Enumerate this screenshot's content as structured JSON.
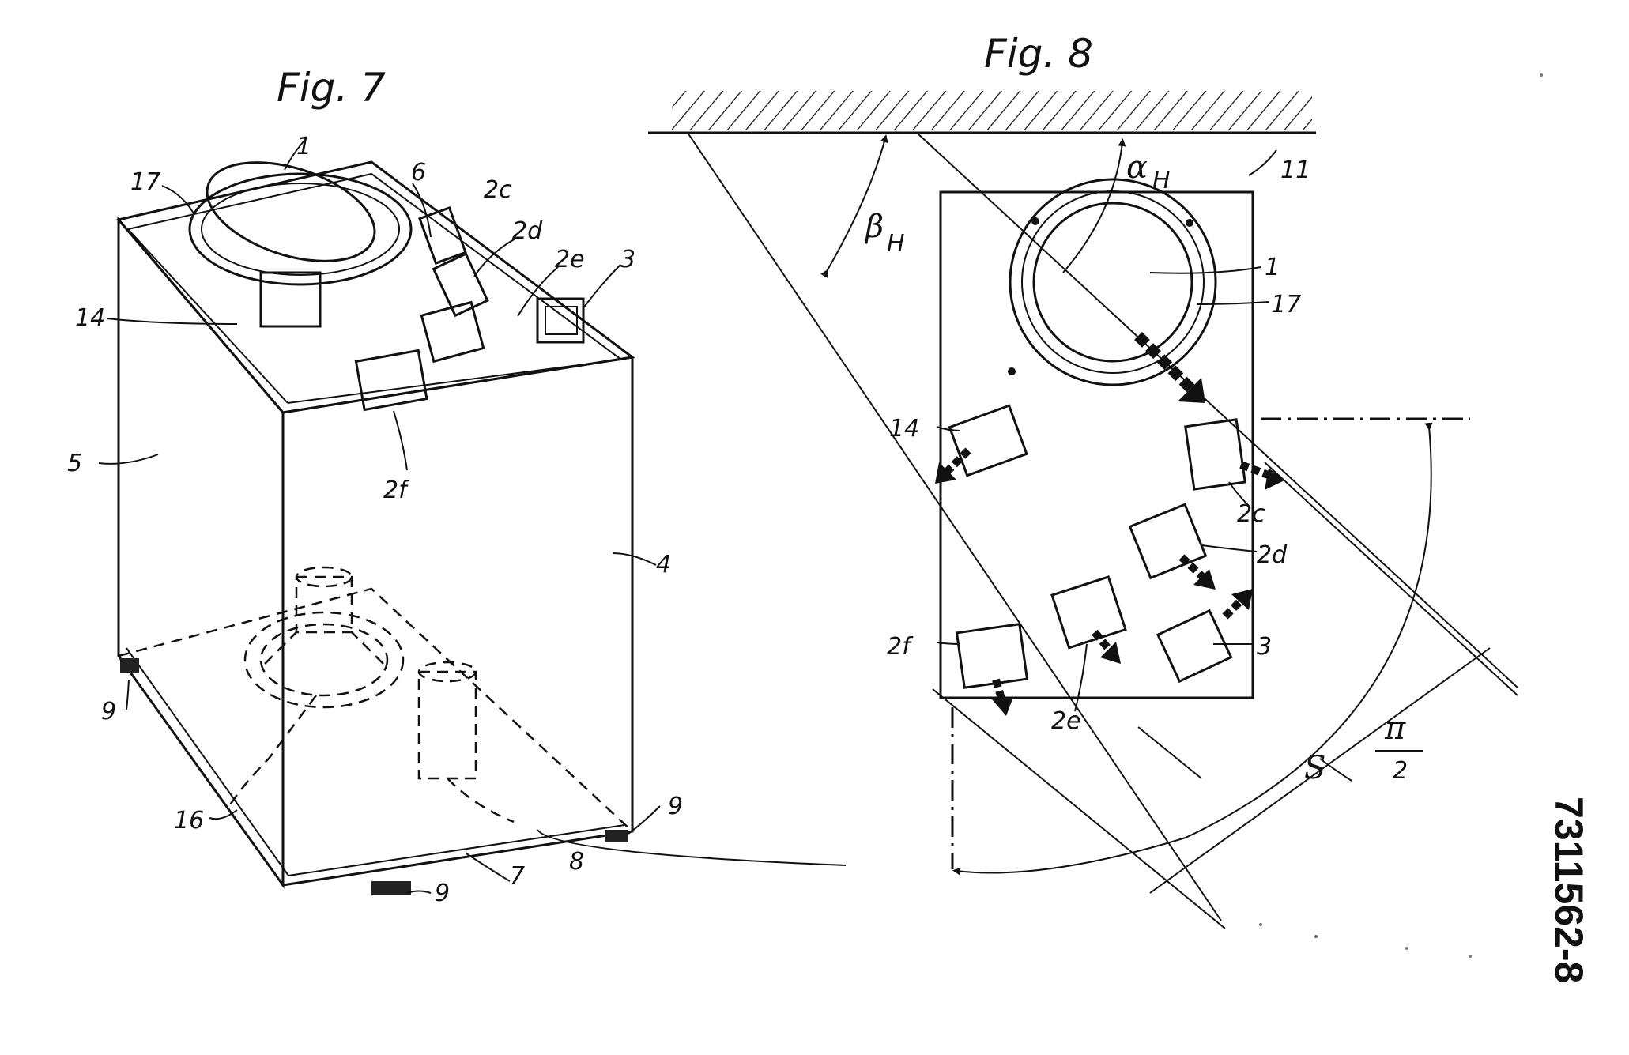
{
  "fig7": {
    "title": "Fig. 7",
    "labels": {
      "l1": "1",
      "l17": "17",
      "l6": "6",
      "l2c": "2c",
      "l2d": "2d",
      "l2e": "2e",
      "l3": "3",
      "l14": "14",
      "l5": "5",
      "l2f": "2f",
      "l4": "4",
      "l9a": "9",
      "l16": "16",
      "l9b": "9",
      "l7": "7",
      "l8": "8",
      "l9c": "9"
    }
  },
  "fig8": {
    "title": "Fig. 8",
    "labels": {
      "l11": "11",
      "alpha": "α",
      "alpha_sub": "H",
      "beta": "β",
      "beta_sub": "H",
      "l1": "1",
      "l17": "17",
      "l14": "14",
      "l2c": "2c",
      "l2d": "2d",
      "l3": "3",
      "l2f": "2f",
      "l2e": "2e",
      "s": "S",
      "pi": "π",
      "two": "2"
    }
  },
  "document_number": "7311562-8"
}
